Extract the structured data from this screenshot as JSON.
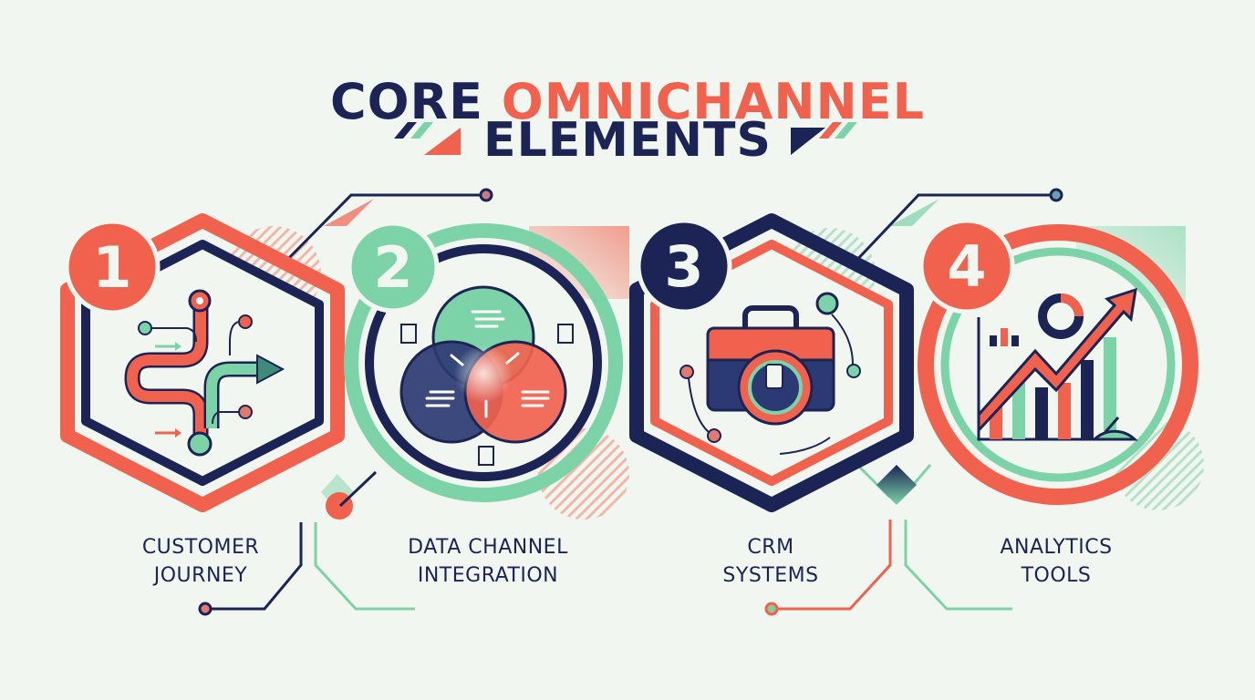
{
  "title": {
    "line1_part1": "CORE",
    "line1_part2": "OMNICHANNEL",
    "line2": "ELEMENTS"
  },
  "colors": {
    "background": "#f2f6f0",
    "navy": "#1b2455",
    "coral": "#f0624e",
    "mint": "#7dd3a8"
  },
  "elements": [
    {
      "number": "1",
      "label_line1": "CUSTOMER",
      "label_line2": "JOURNEY",
      "icon": "journey-path-icon",
      "frame": "hexagon",
      "badge_color": "#f0624e"
    },
    {
      "number": "2",
      "label_line1": "DATA CHANNEL",
      "label_line2": "INTEGRATION",
      "icon": "venn-diagram-icon",
      "frame": "circle",
      "badge_color": "#7dd3a8"
    },
    {
      "number": "3",
      "label_line1": "CRM",
      "label_line2": "SYSTEMS",
      "icon": "briefcase-gear-icon",
      "frame": "hexagon",
      "badge_color": "#1b2455"
    },
    {
      "number": "4",
      "label_line1": "ANALYTICS",
      "label_line2": "TOOLS",
      "icon": "growth-chart-icon",
      "frame": "circle",
      "badge_color": "#f0624e"
    }
  ]
}
